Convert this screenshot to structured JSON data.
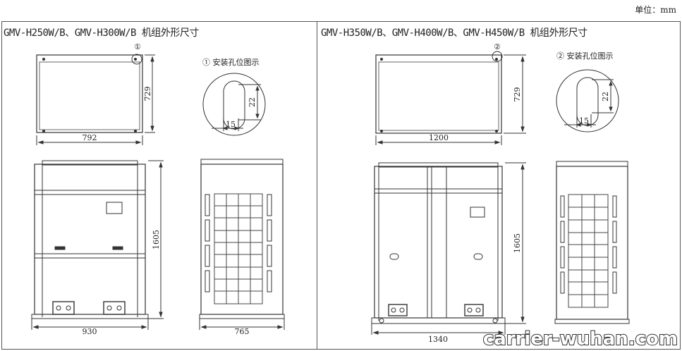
{
  "unit_label": "单位：mm",
  "panels": [
    {
      "title": "GMV-H250W/B、GMV-H300W/B 机组外形尺寸",
      "hole_marker": "①",
      "hole_caption": "① 安装孔位图示",
      "dims": {
        "top_width": "792",
        "top_depth": "729",
        "hole_h": "22",
        "hole_w": "15",
        "front_height": "1605",
        "front_width": "930",
        "side_width": "765"
      }
    },
    {
      "title": "GMV-H350W/B、GMV-H400W/B、GMV-H450W/B 机组外形尺寸",
      "hole_marker": "②",
      "hole_caption": "② 安装孔位图示",
      "dims": {
        "top_width": "1200",
        "top_depth": "729",
        "hole_h": "22",
        "hole_w": "15",
        "front_height": "1605",
        "front_width": "1340",
        "side_width": ""
      }
    }
  ],
  "watermark": "carrier-wuhan.com"
}
